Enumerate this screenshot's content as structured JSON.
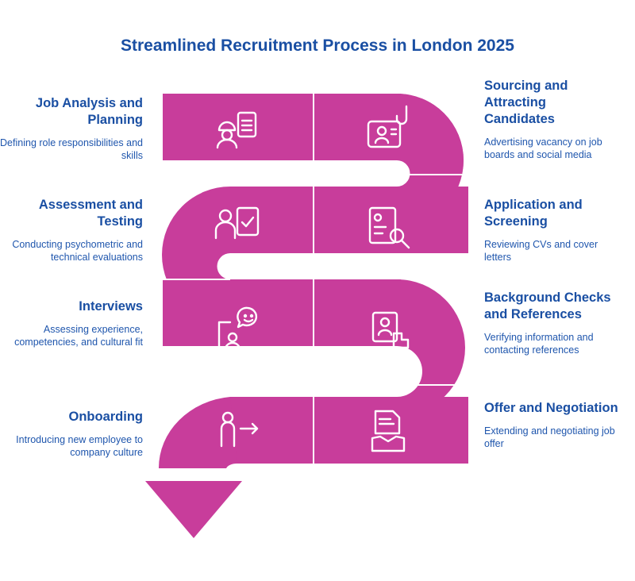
{
  "title": "Streamlined Recruitment Process in London 2025",
  "colors": {
    "band": "#c83d9b",
    "divider": "#ffffff",
    "text": "#1a4fa3"
  },
  "steps": [
    {
      "title": "Job Analysis and Planning",
      "description": "Defining role responsibilities and skills",
      "icon": "worker-clipboard-icon"
    },
    {
      "title": "Sourcing and Attracting Candidates",
      "description": "Advertising vacancy on job boards and social media",
      "icon": "profile-card-hook-icon"
    },
    {
      "title": "Assessment and Testing",
      "description": "Conducting psychometric and technical evaluations",
      "icon": "person-checklist-icon"
    },
    {
      "title": "Application and Screening",
      "description": "Reviewing CVs and cover letters",
      "icon": "document-magnifier-icon"
    },
    {
      "title": "Interviews",
      "description": "Assessing experience, competencies, and cultural fit",
      "icon": "interview-speech-icon"
    },
    {
      "title": "Background Checks and References",
      "description": "Verifying information and contacting references",
      "icon": "document-verify-icon"
    },
    {
      "title": "Onboarding",
      "description": "Introducing new employee to company culture",
      "icon": "person-arrow-icon"
    },
    {
      "title": "Offer and Negotiation",
      "description": "Extending and negotiating job offer",
      "icon": "contract-handshake-icon"
    }
  ]
}
